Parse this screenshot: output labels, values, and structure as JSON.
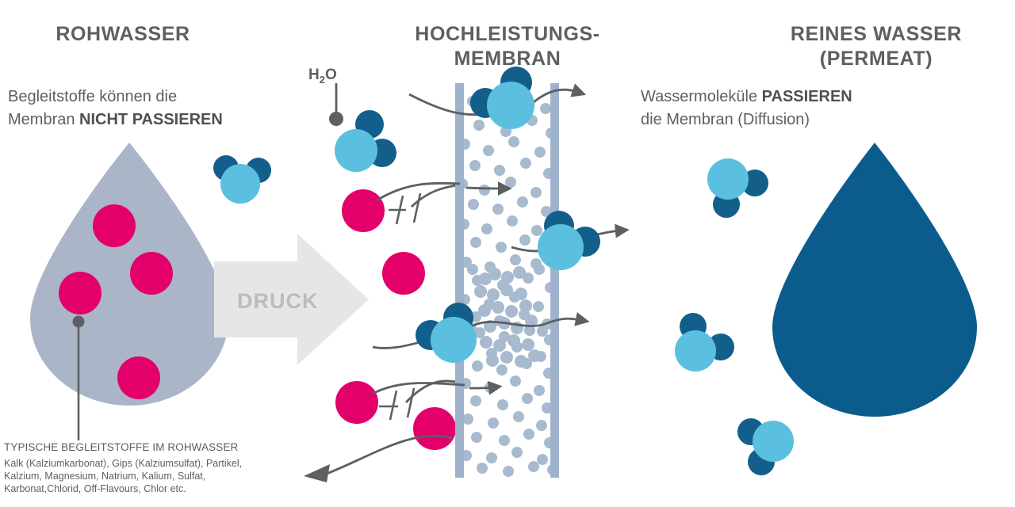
{
  "diagram": {
    "title_left": "ROHWASSER",
    "title_center_line1": "HOCHLEISTUNGS-",
    "title_center_line2": "MEMBRAN",
    "title_right_line1": "REINES WASSER",
    "title_right_line2": "(PERMEAT)",
    "left_body_line1": "Begleitstoffe können die",
    "left_body_line2_plain": "Membran ",
    "left_body_line2_bold": "NICHT PASSIEREN",
    "right_body_line1_plain": "Wassermoleküle ",
    "right_body_line1_bold": "PASSIEREN",
    "right_body_line2": "die Membran (Diffusion)",
    "pressure_label": "DRUCK",
    "molecule_label_h": "H",
    "molecule_label_sub": "2",
    "molecule_label_o": "O",
    "footnote_title": "TYPISCHE BEGLEITSTOFFE IM ROHWASSER",
    "footnote_lines": [
      "Kalk (Kalziumkarbonat), Gips (Kalziumsulfat), Partikel,",
      "Kalzium, Magnesium, Natrium, Kalium, Sulfat,",
      "Karbonat,Chlorid, Off-Flavours, Chlor etc."
    ]
  },
  "colors": {
    "text_grey": "#5c6063",
    "raw_drop_grey_blue": "#aab6c8",
    "contaminant_magenta": "#e3006b",
    "water_light_blue": "#5bbfdf",
    "water_dark_blue": "#135f8c",
    "permeate_drop_blue": "#0b5c8c",
    "membrane_bar": "#9fb2cc",
    "membrane_speck": "#a8bace",
    "pressure_arrow_grey": "#e6e6e6",
    "pressure_text_grey": "#bcbcbc",
    "flow_arrow_grey": "#5c6063",
    "background": "#ffffff"
  },
  "icons": {
    "raw_water_drop": "water-drop-icon",
    "permeate_drop": "water-drop-icon",
    "pressure_arrow": "right-arrow-icon",
    "blocked_marker": "blocked-slash-icon",
    "flow_arrow": "curved-arrow-icon",
    "reject_arrow": "left-arrow-icon",
    "callout_dot": "leader-dot-icon"
  }
}
